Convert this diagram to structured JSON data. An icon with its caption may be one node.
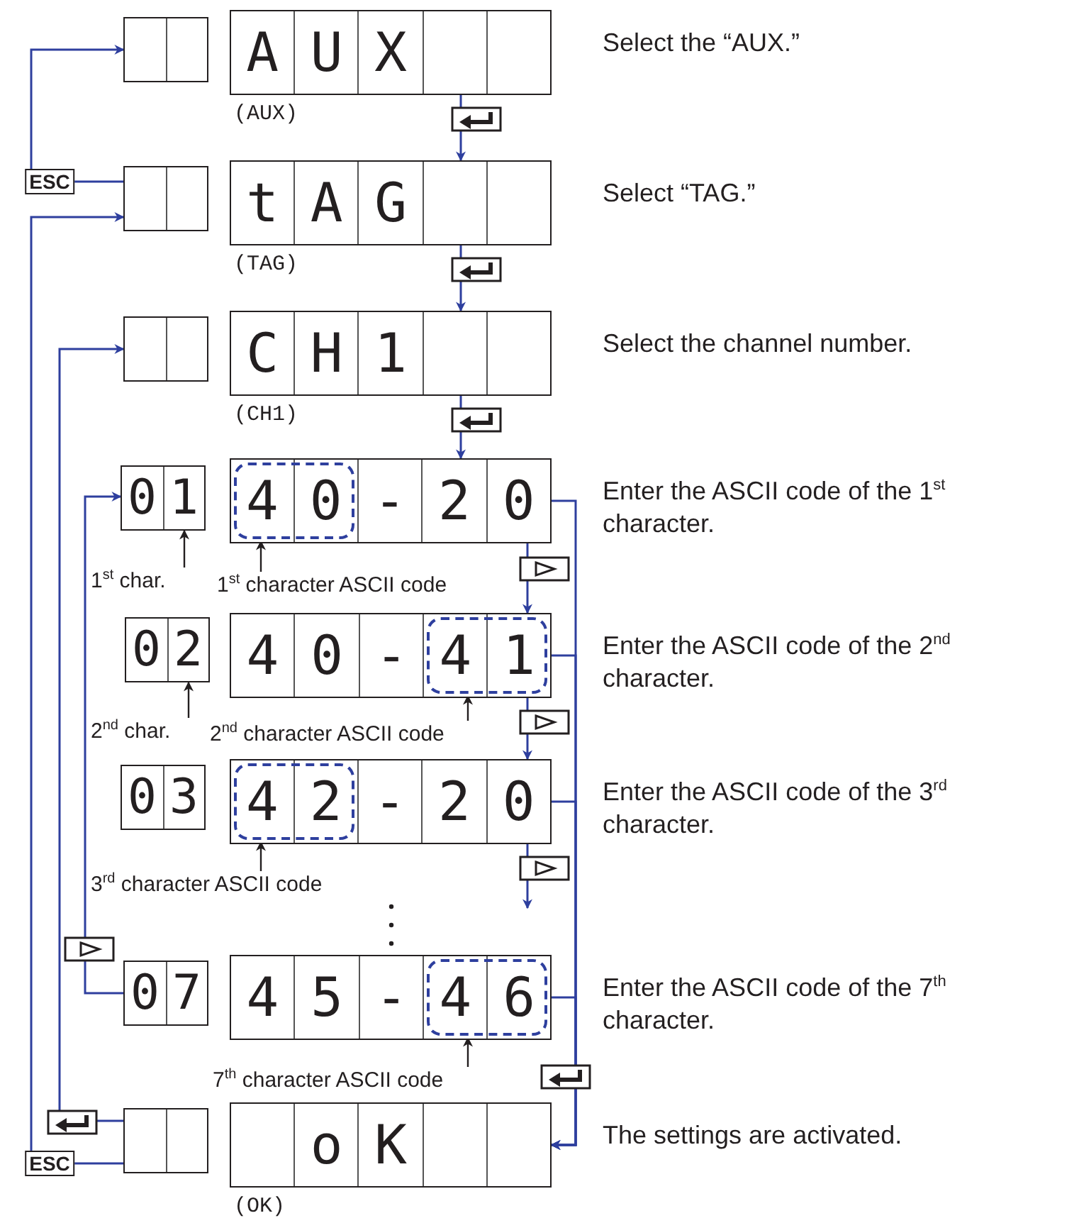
{
  "diagram": {
    "nodes": [
      {
        "text": [],
        "shape": "box"
      },
      {
        "text": [
          "A",
          "U",
          "X"
        ],
        "beside": [
          "(AUX)",
          "Select the “AUX.”"
        ]
      },
      {
        "text": [],
        "shape": "box"
      },
      {
        "text": [
          "t",
          "A",
          "G"
        ],
        "beside": [
          "(TAG)",
          "Select “TAG.”"
        ]
      },
      {
        "text": [],
        "shape": "box"
      },
      {
        "text": [
          "C",
          "H",
          "1"
        ],
        "beside": [
          "(CH1)",
          "Select the channel number."
        ]
      },
      {
        "text": [
          "0",
          "1"
        ]
      },
      {
        "text": [
          "-",
          "2",
          "0"
        ],
        "beside": [
          "Enter the ASCII code of the 1$^{st}$ character."
        ]
      },
      {
        "text": [
          "4",
          "0"
        ],
        "in": 7
      },
      {
        "text": [
          "1$^{st}$ char."
        ]
      },
      {
        "text": [
          "1$^{st}$ character ASCII code"
        ]
      },
      {
        "text": [
          "0",
          "2"
        ]
      },
      {
        "text": [
          "4",
          "0",
          "-"
        ],
        "beside": [
          "Enter the ASCII code of the 2$^{nd}$ character."
        ]
      },
      {
        "text": [
          "4",
          "1"
        ],
        "in": 12
      },
      {
        "text": [
          "2$^{nd}$ char."
        ]
      },
      {
        "text": [
          "2$^{nd}$ character ASCII code"
        ]
      },
      {
        "text": [
          "0",
          "3"
        ]
      },
      {
        "text": [
          "-",
          "2",
          "0"
        ],
        "beside": [
          "Enter the ASCII code of the 3$^{rd}$ character."
        ]
      },
      {
        "text": [
          "4",
          "2"
        ],
        "in": 17
      },
      {
        "text": [
          "3$^{rd}$ character ASCII code"
        ]
      },
      {
        "text": [
          "0",
          "7"
        ]
      },
      {
        "text": [
          "4",
          "5",
          "-"
        ],
        "beside": [
          "Enter the ASCII code of the 7$^{th}$ character."
        ]
      },
      {
        "text": [
          "4",
          "6"
        ],
        "in": 21
      },
      {
        "text": [
          "7$^{th}$ character ASCII code"
        ]
      },
      {
        "text": [],
        "shape": "box"
      },
      {
        "text": [
          "o",
          "K"
        ],
        "beside": [
          "(OK)",
          "The settings are activated."
        ]
      }
    ],
    "edges": [
      {
        "from": 1,
        "to": 3,
        "arrow": "to"
      },
      {
        "from": 3,
        "to": 5,
        "arrow": "to"
      },
      {
        "from": 5,
        "to": 7,
        "arrow": "to"
      },
      {
        "from": 7,
        "to": 12,
        "arrow": "to"
      },
      {
        "from": 12,
        "to": 17,
        "arrow": "to"
      },
      {
        "from": 17,
        "to": null,
        "arrow": "to"
      },
      {
        "from": 7,
        "to": 25,
        "arrow": "to"
      },
      {
        "from": 12,
        "to": 25,
        "arrow": "to"
      },
      {
        "from": 17,
        "to": 25,
        "arrow": "to"
      },
      {
        "from": 21,
        "to": 25,
        "arrow": "to"
      },
      {
        "from": 20,
        "to": 6,
        "arrow": "to"
      },
      {
        "from": 24,
        "to": 4,
        "arrow": "to"
      },
      {
        "from": 24,
        "to": 2,
        "arrow": "to",
        "label": "ESC"
      },
      {
        "from": 2,
        "to": 0,
        "arrow": "to",
        "label": "ESC"
      },
      {
        "from": 9,
        "to": 6,
        "arrow": "to",
        "color": "#231f20"
      },
      {
        "from": 10,
        "to": 8,
        "arrow": "to",
        "color": "#231f20"
      },
      {
        "from": 14,
        "to": 11,
        "arrow": "to",
        "color": "#231f20"
      },
      {
        "from": 15,
        "to": 13,
        "arrow": "to",
        "color": "#231f20"
      },
      {
        "from": 19,
        "to": 18,
        "arrow": "to",
        "color": "#231f20"
      },
      {
        "from": 23,
        "to": 22,
        "arrow": "to",
        "color": "#231f20"
      }
    ]
  }
}
